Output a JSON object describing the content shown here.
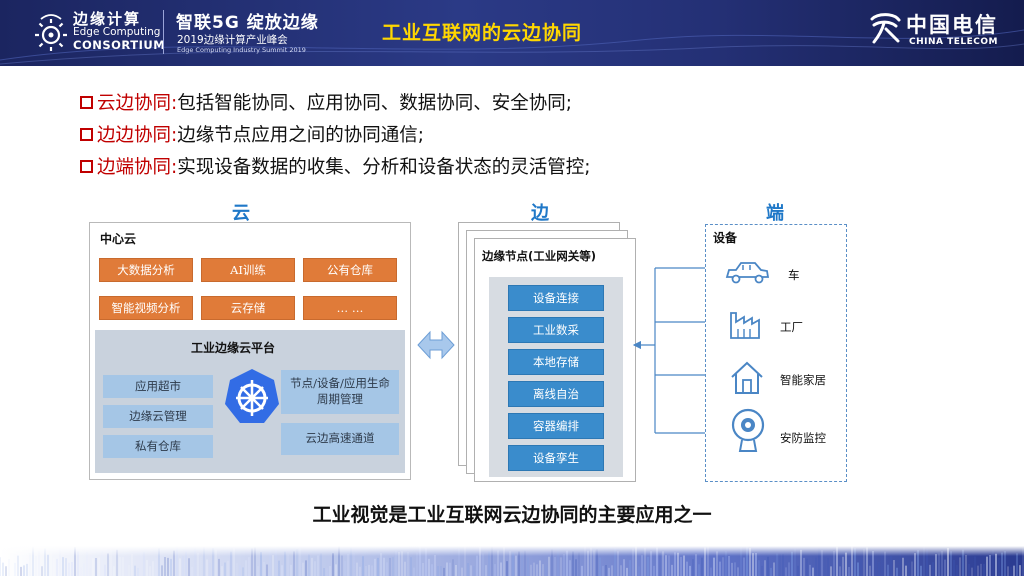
{
  "header": {
    "org_cn": "边缘计算",
    "org_en_line1": "Edge Computing",
    "org_en_line2": "CONSORTIUM",
    "summit_title": "智联5G  绽放边缘",
    "summit_subtitle": "2019边缘计算产业峰会",
    "summit_en": "Edge Computing Industry Summit 2019",
    "slide_title": "工业互联网的云边协同",
    "telecom_cn": "中国电信",
    "telecom_en": "CHINA TELECOM"
  },
  "bullets": [
    {
      "term": "云边协同:",
      "desc": "包括智能协同、应用协同、数据协同、安全协同;"
    },
    {
      "term": "边边协同:",
      "desc": "边缘节点应用之间的协同通信;"
    },
    {
      "term": "边端协同:",
      "desc": "实现设备数据的收集、分析和设备状态的灵活管控;"
    }
  ],
  "columns": {
    "cloud": "云",
    "edge": "边",
    "device": "端"
  },
  "cloud": {
    "title": "中心云",
    "services": [
      "大数据分析",
      "AI训练",
      "公有仓库",
      "智能视频分析",
      "云存储",
      "… …"
    ],
    "platform": {
      "title": "工业边缘云平台",
      "left_items": [
        "应用超市",
        "边缘云管理",
        "私有仓库"
      ],
      "right_items": [
        "节点/设备/应用生命周期管理",
        "云边高速通道"
      ]
    }
  },
  "edge": {
    "title": "边缘节点(工业网关等)",
    "items": [
      "设备连接",
      "工业数采",
      "本地存储",
      "离线自治",
      "容器编排",
      "设备孪生"
    ]
  },
  "devices": {
    "title": "设备",
    "items": [
      {
        "label": "车",
        "icon": "car-icon"
      },
      {
        "label": "工厂",
        "icon": "factory-icon"
      },
      {
        "label": "智能家居",
        "icon": "smart-home-icon"
      },
      {
        "label": "安防监控",
        "icon": "camera-icon"
      }
    ]
  },
  "conclusion": "工业视觉是工业互联网云边协同的主要应用之一",
  "colors": {
    "header_bg": "#243075",
    "title_yellow": "#ffd700",
    "accent_red": "#c00000",
    "heading_blue": "#1f78c8",
    "orange": "#e07b39",
    "light_blue": "#a5c6e6",
    "blue": "#3a8ccc"
  }
}
